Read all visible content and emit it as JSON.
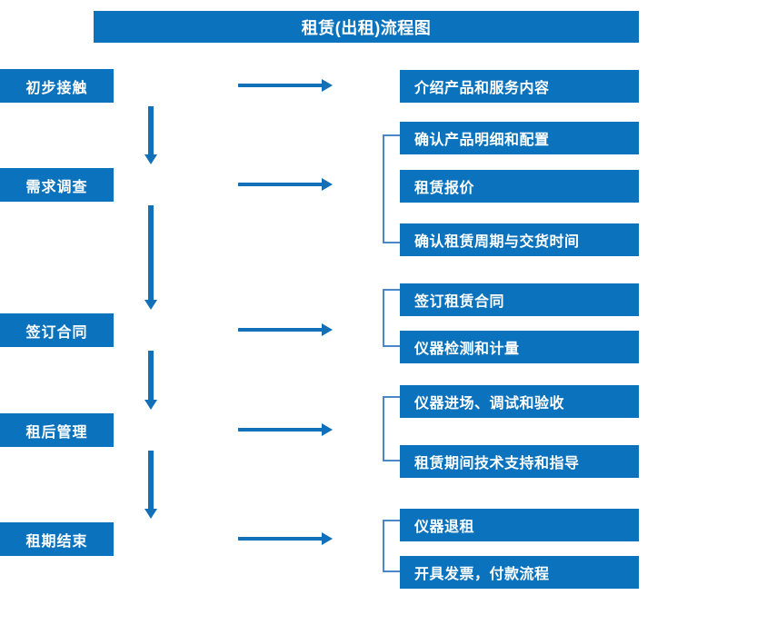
{
  "document": {
    "title": "租赁(出租)流程图",
    "accent_color": "#0B72BD",
    "arrow_color": "#1170B8",
    "bracket_color": "#4E87C7",
    "text_color": "#FFFFFF",
    "background_color": "#FFFFFF"
  },
  "stages": [
    {
      "id": "stage-1",
      "label": "初步接触"
    },
    {
      "id": "stage-2",
      "label": "需求调查"
    },
    {
      "id": "stage-3",
      "label": "签订合同"
    },
    {
      "id": "stage-4",
      "label": "租后管理"
    },
    {
      "id": "stage-5",
      "label": "租期结束"
    }
  ],
  "details": [
    {
      "id": "detail-1",
      "label": "介绍产品和服务内容",
      "group": 1
    },
    {
      "id": "detail-2",
      "label": "确认产品明细和配置",
      "group": 2
    },
    {
      "id": "detail-3",
      "label": "租赁报价",
      "group": 2
    },
    {
      "id": "detail-4",
      "label": "确认租赁周期与交货时间",
      "group": 2
    },
    {
      "id": "detail-5",
      "label": "签订租赁合同",
      "group": 3
    },
    {
      "id": "detail-6",
      "label": "仪器检测和计量",
      "group": 3
    },
    {
      "id": "detail-7",
      "label": "仪器进场、调试和验收",
      "group": 4
    },
    {
      "id": "detail-8",
      "label": "租赁期间技术支持和指导",
      "group": 4
    },
    {
      "id": "detail-9",
      "label": "仪器退租",
      "group": 5
    },
    {
      "id": "detail-10",
      "label": "开具发票，付款流程",
      "group": 5
    }
  ]
}
